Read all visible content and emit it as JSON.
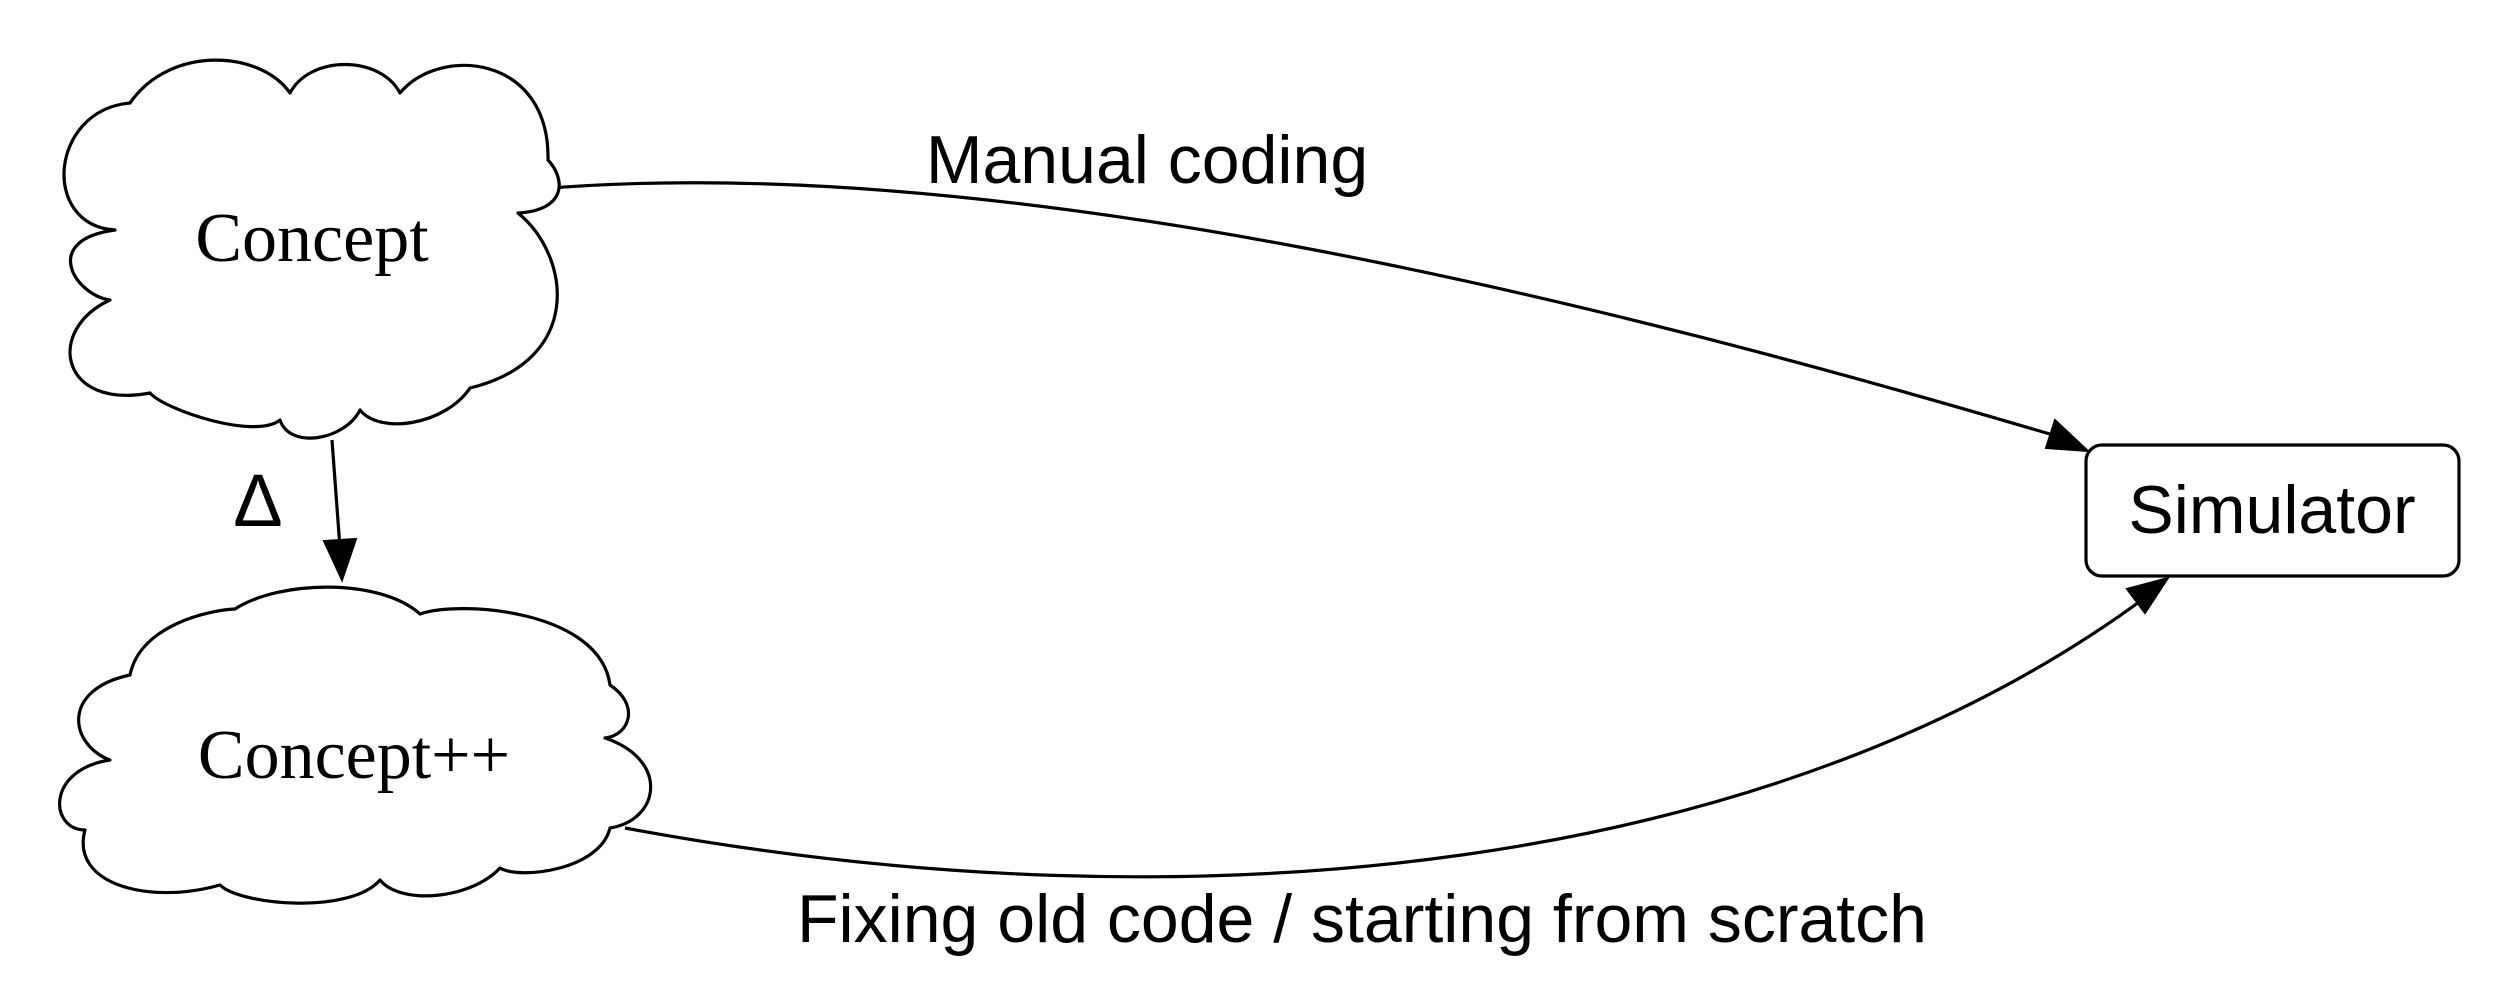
{
  "nodes": {
    "concept": {
      "label": "Concept",
      "shape": "cloud"
    },
    "concept_plus": {
      "label": "Concept++",
      "shape": "cloud"
    },
    "simulator": {
      "label": "Simulator",
      "shape": "rounded-rectangle"
    }
  },
  "edges": [
    {
      "from": "Concept",
      "to": "Simulator",
      "label": "Manual coding"
    },
    {
      "from": "Concept",
      "to": "Concept++",
      "label": "Δ"
    },
    {
      "from": "Concept++",
      "to": "Simulator",
      "label": "Fixing old code / starting from scratch"
    }
  ],
  "colors": {
    "stroke": "#000000",
    "fill": "#ffffff",
    "text": "#000000"
  }
}
